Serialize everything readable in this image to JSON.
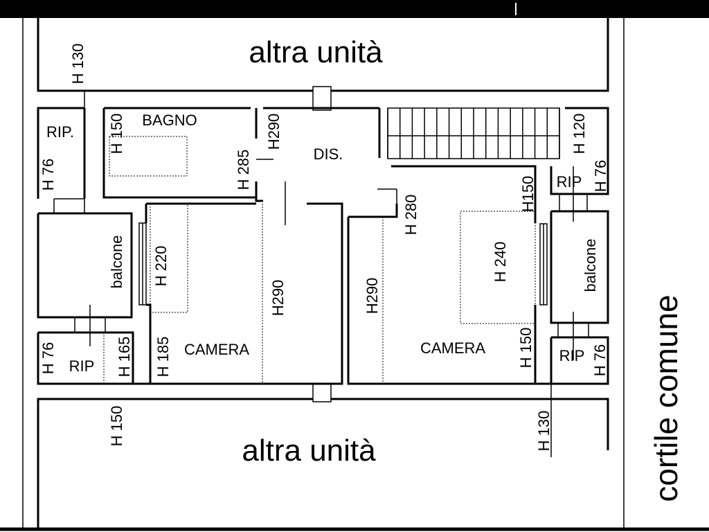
{
  "plan": {
    "units": {
      "top": "altra unità",
      "bottom": "altra unità"
    },
    "courtyard": "cortile comune",
    "rooms": {
      "bagno": "BAGNO",
      "dis": "DIS.",
      "camera_left": "CAMERA",
      "camera_right": "CAMERA",
      "balcone_left": "balcone",
      "balcone_right": "balcone",
      "rip_top_left": "RIP.",
      "rip_bottom_left": "RIP",
      "rip_top_right": "RIP",
      "rip_bottom_right": "RIP"
    },
    "heights": {
      "h130_top": "H 130",
      "h150_bagno": "H 150",
      "h76_rip_top_left": "H 76",
      "h290_dis": "H290",
      "h285_dis": "H 285",
      "h120_right": "H 120",
      "h76_rip_top_right": "H 76",
      "h150_stair": "H150",
      "h280": "H 280",
      "h220": "H 220",
      "h290_left": "H290",
      "h290_right": "H290",
      "h240": "H 240",
      "h76_rip_bottom_left": "H 76",
      "h165": "H 165",
      "h185": "H 185",
      "h150_right": "H 150",
      "h76_rip_bottom_right": "H 76",
      "h150_bottom": "H 150",
      "h130_bottom": "H 130"
    }
  }
}
